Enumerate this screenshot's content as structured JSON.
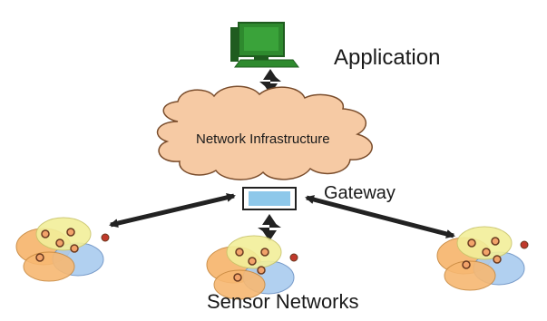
{
  "labels": {
    "application": "Application",
    "network_infrastructure": "Network Infrastructure",
    "gateway": "Gateway",
    "sensor_networks": "Sensor Networks"
  },
  "icons": {
    "computer": "computer-icon",
    "cloud": "cloud-icon",
    "gateway": "gateway-device-icon",
    "arrows": "double-arrow-icon",
    "sensor_cluster": "sensor-cluster-icon"
  },
  "colors": {
    "computer_green": "#2e8a2e",
    "computer_dark": "#1f5c1f",
    "cloud_fill": "#f6caa4",
    "cloud_stroke": "#7a4d2c",
    "gateway_fill": "#8ec8ea",
    "arrow": "#222222",
    "circle_orange": "#f7b872",
    "circle_yellow": "#f2ef9a",
    "circle_blue": "#a9cbef",
    "node_fill": "#f2a36a",
    "node_stroke": "#6a3a20",
    "node_red": "#c0392b"
  }
}
